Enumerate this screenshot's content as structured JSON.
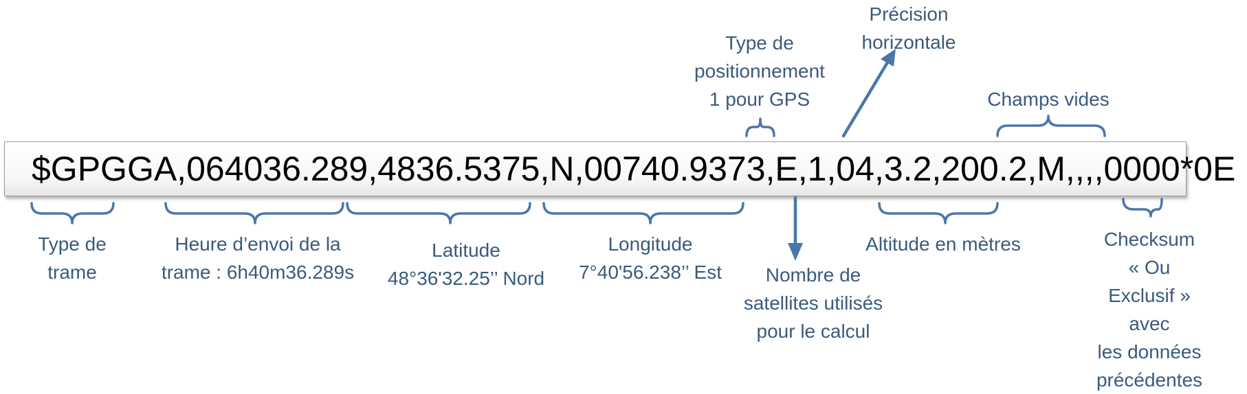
{
  "frame": "$GPGGA,064036.289,4836.5375,N,00740.9373,E,1,04,3.2,200.2,M,,,,0000*0E",
  "labels": {
    "type_trame": "Type de\ntrame",
    "heure": "Heure d’envoi de la\ntrame : 6h40m36.289s",
    "latitude": "Latitude\n48°36'32.25’’ Nord",
    "longitude": "Longitude\n7°40'56.238’’ Est",
    "positionnement": "Type de\npositionnement\n1 pour GPS",
    "satellites": "Nombre de\nsatellites utilisés\npour le calcul",
    "precision": "Précision\nhorizontale",
    "altitude": "Altitude en mètres",
    "champs_vides": "Champs vides",
    "checksum": "Checksum\n« Ou Exclusif » avec\nles données\nprécédentes"
  },
  "colors": {
    "label_text": "#3a5a7d",
    "brace": "#4a77a8",
    "frame_text": "#000000"
  }
}
